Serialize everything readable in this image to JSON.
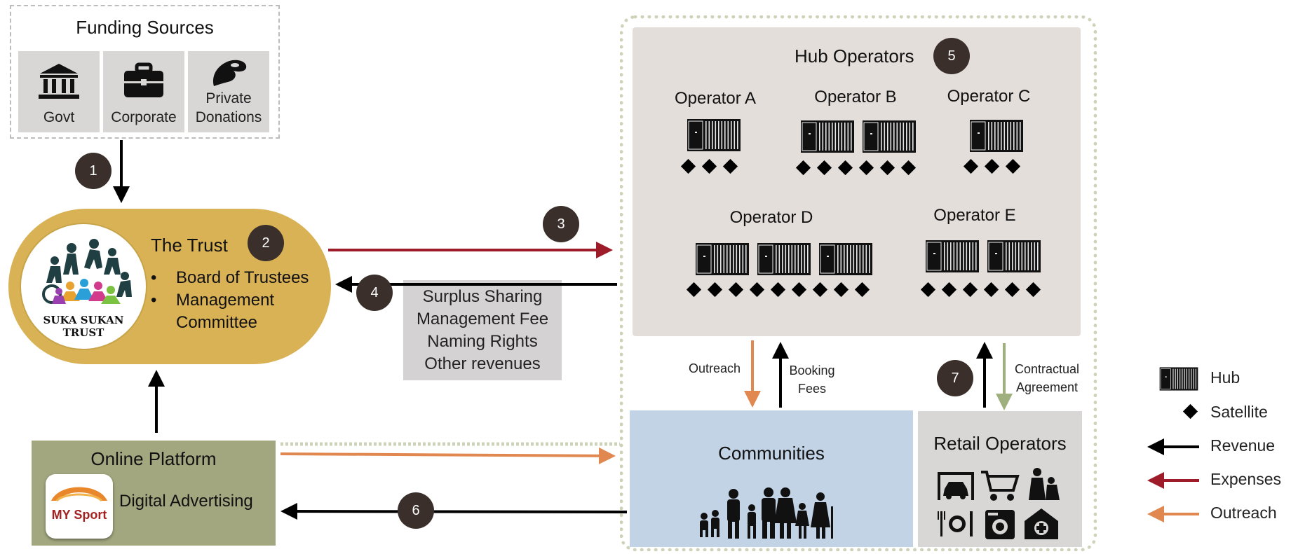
{
  "funding": {
    "title": "Funding Sources",
    "sources": [
      {
        "label": "Govt",
        "icon": "bank-icon"
      },
      {
        "label": "Corporate",
        "icon": "briefcase-icon"
      },
      {
        "label": "Private Donations",
        "icon": "donation-hand-icon"
      }
    ]
  },
  "trust": {
    "title": "The Trust",
    "bullets": [
      "Board of Trustees",
      "Management Committee"
    ],
    "logo_text": "SUKA SUKAN TRUST",
    "color": "#d9b256"
  },
  "revenues": [
    "Surplus Sharing",
    "Management Fee",
    "Naming Rights",
    "Other revenues"
  ],
  "hub": {
    "title": "Hub Operators",
    "operators": [
      {
        "name": "Operator A",
        "hubs": 1,
        "satellites": 3
      },
      {
        "name": "Operator B",
        "hubs": 2,
        "satellites": 6
      },
      {
        "name": "Operator C",
        "hubs": 1,
        "satellites": 3
      },
      {
        "name": "Operator D",
        "hubs": 3,
        "satellites": 9
      },
      {
        "name": "Operator E",
        "hubs": 2,
        "satellites": 6
      }
    ]
  },
  "flows": {
    "outreach": "Outreach",
    "booking_fees": "Booking Fees",
    "contractual": "Contractual Agreement"
  },
  "communities": {
    "title": "Communities",
    "color": "#c1d3e5"
  },
  "retail": {
    "title": "Retail Operators"
  },
  "online": {
    "title": "Online Platform",
    "item": "Digital Advertising",
    "logo_text": "MY Sport",
    "color": "#a2a77f"
  },
  "badges": [
    "1",
    "2",
    "3",
    "4",
    "5",
    "6",
    "7"
  ],
  "legend": [
    {
      "label": "Hub",
      "icon": "hub-icon"
    },
    {
      "label": "Satellite",
      "icon": "diamond-icon"
    },
    {
      "label": "Revenue",
      "color": "#000000"
    },
    {
      "label": "Expenses",
      "color": "#9e1b2a"
    },
    {
      "label": "Outreach",
      "color": "#e08850"
    }
  ],
  "colors": {
    "hub_bg": "#e4dedb",
    "dotted_border": "#cdd3b8",
    "retail_bg": "#d9d6d6",
    "contract_arrow": "#9fb07e"
  }
}
